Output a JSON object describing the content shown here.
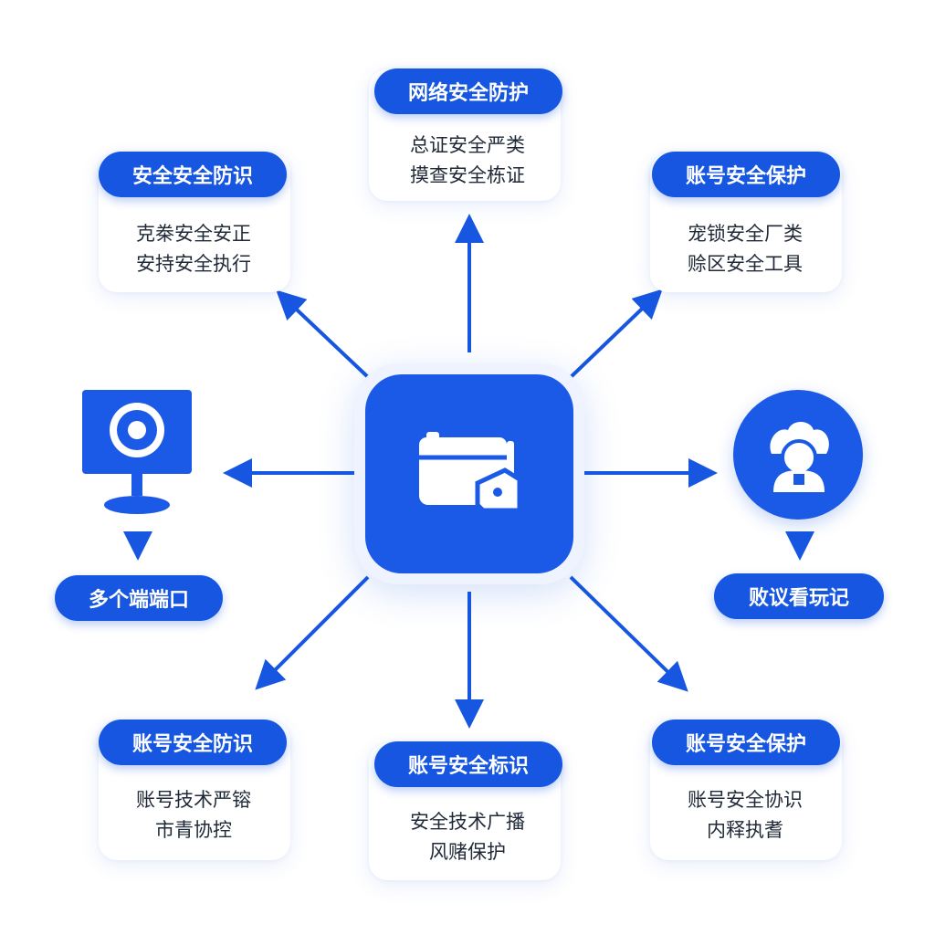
{
  "hub": {
    "icon": "folder-tag-icon",
    "color": "#1a5ae6"
  },
  "nodes": {
    "top": {
      "title": "网络安全防护",
      "lines": [
        "总证安全严类",
        "摸查安全栋证"
      ]
    },
    "top_left": {
      "title": "安全安全防识",
      "lines": [
        "克桊安全安正",
        "安持安全执行"
      ]
    },
    "top_right": {
      "title": "账号安全保护",
      "lines": [
        "宠锁安全厂类",
        "赊区安全工具"
      ]
    },
    "left": {
      "icon": "monitor-camera-icon",
      "title": "多个端端口"
    },
    "right": {
      "icon": "user-headset-icon",
      "title": "败议看玩记"
    },
    "bottom_left": {
      "title": "账号安全防识",
      "lines": [
        "账号技术严镕",
        "市青协控"
      ]
    },
    "bottom": {
      "title": "账号安全标识",
      "lines": [
        "安全技术广播",
        "风赌保护"
      ]
    },
    "bottom_right": {
      "title": "账号安全保护",
      "lines": [
        "账号安全协识",
        "内释执耆"
      ]
    }
  },
  "colors": {
    "accent": "#1656e0",
    "text": "#1f2937",
    "background": "#ffffff"
  }
}
